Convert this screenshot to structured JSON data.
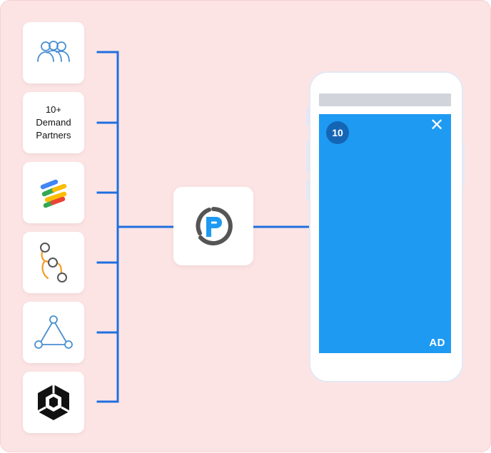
{
  "sources": [
    {
      "icon": "users-group-icon"
    },
    {
      "icon": "demand-partners",
      "label": "10+\nDemand\nPartners"
    },
    {
      "icon": "ad-network-stripes-icon"
    },
    {
      "icon": "workflow-nodes-icon"
    },
    {
      "icon": "triangle-network-icon"
    },
    {
      "icon": "unity-cube-icon"
    }
  ],
  "hub": {
    "icon": "p-logo-icon"
  },
  "phone": {
    "countdown": "10",
    "close_symbol": "✕",
    "ad_label": "AD"
  },
  "colors": {
    "background": "#fde4e4",
    "connector": "#1f6fe0",
    "ad_fill": "#1e9af2",
    "countdown_badge": "#1565b5",
    "accent_orange": "#f59a23"
  }
}
